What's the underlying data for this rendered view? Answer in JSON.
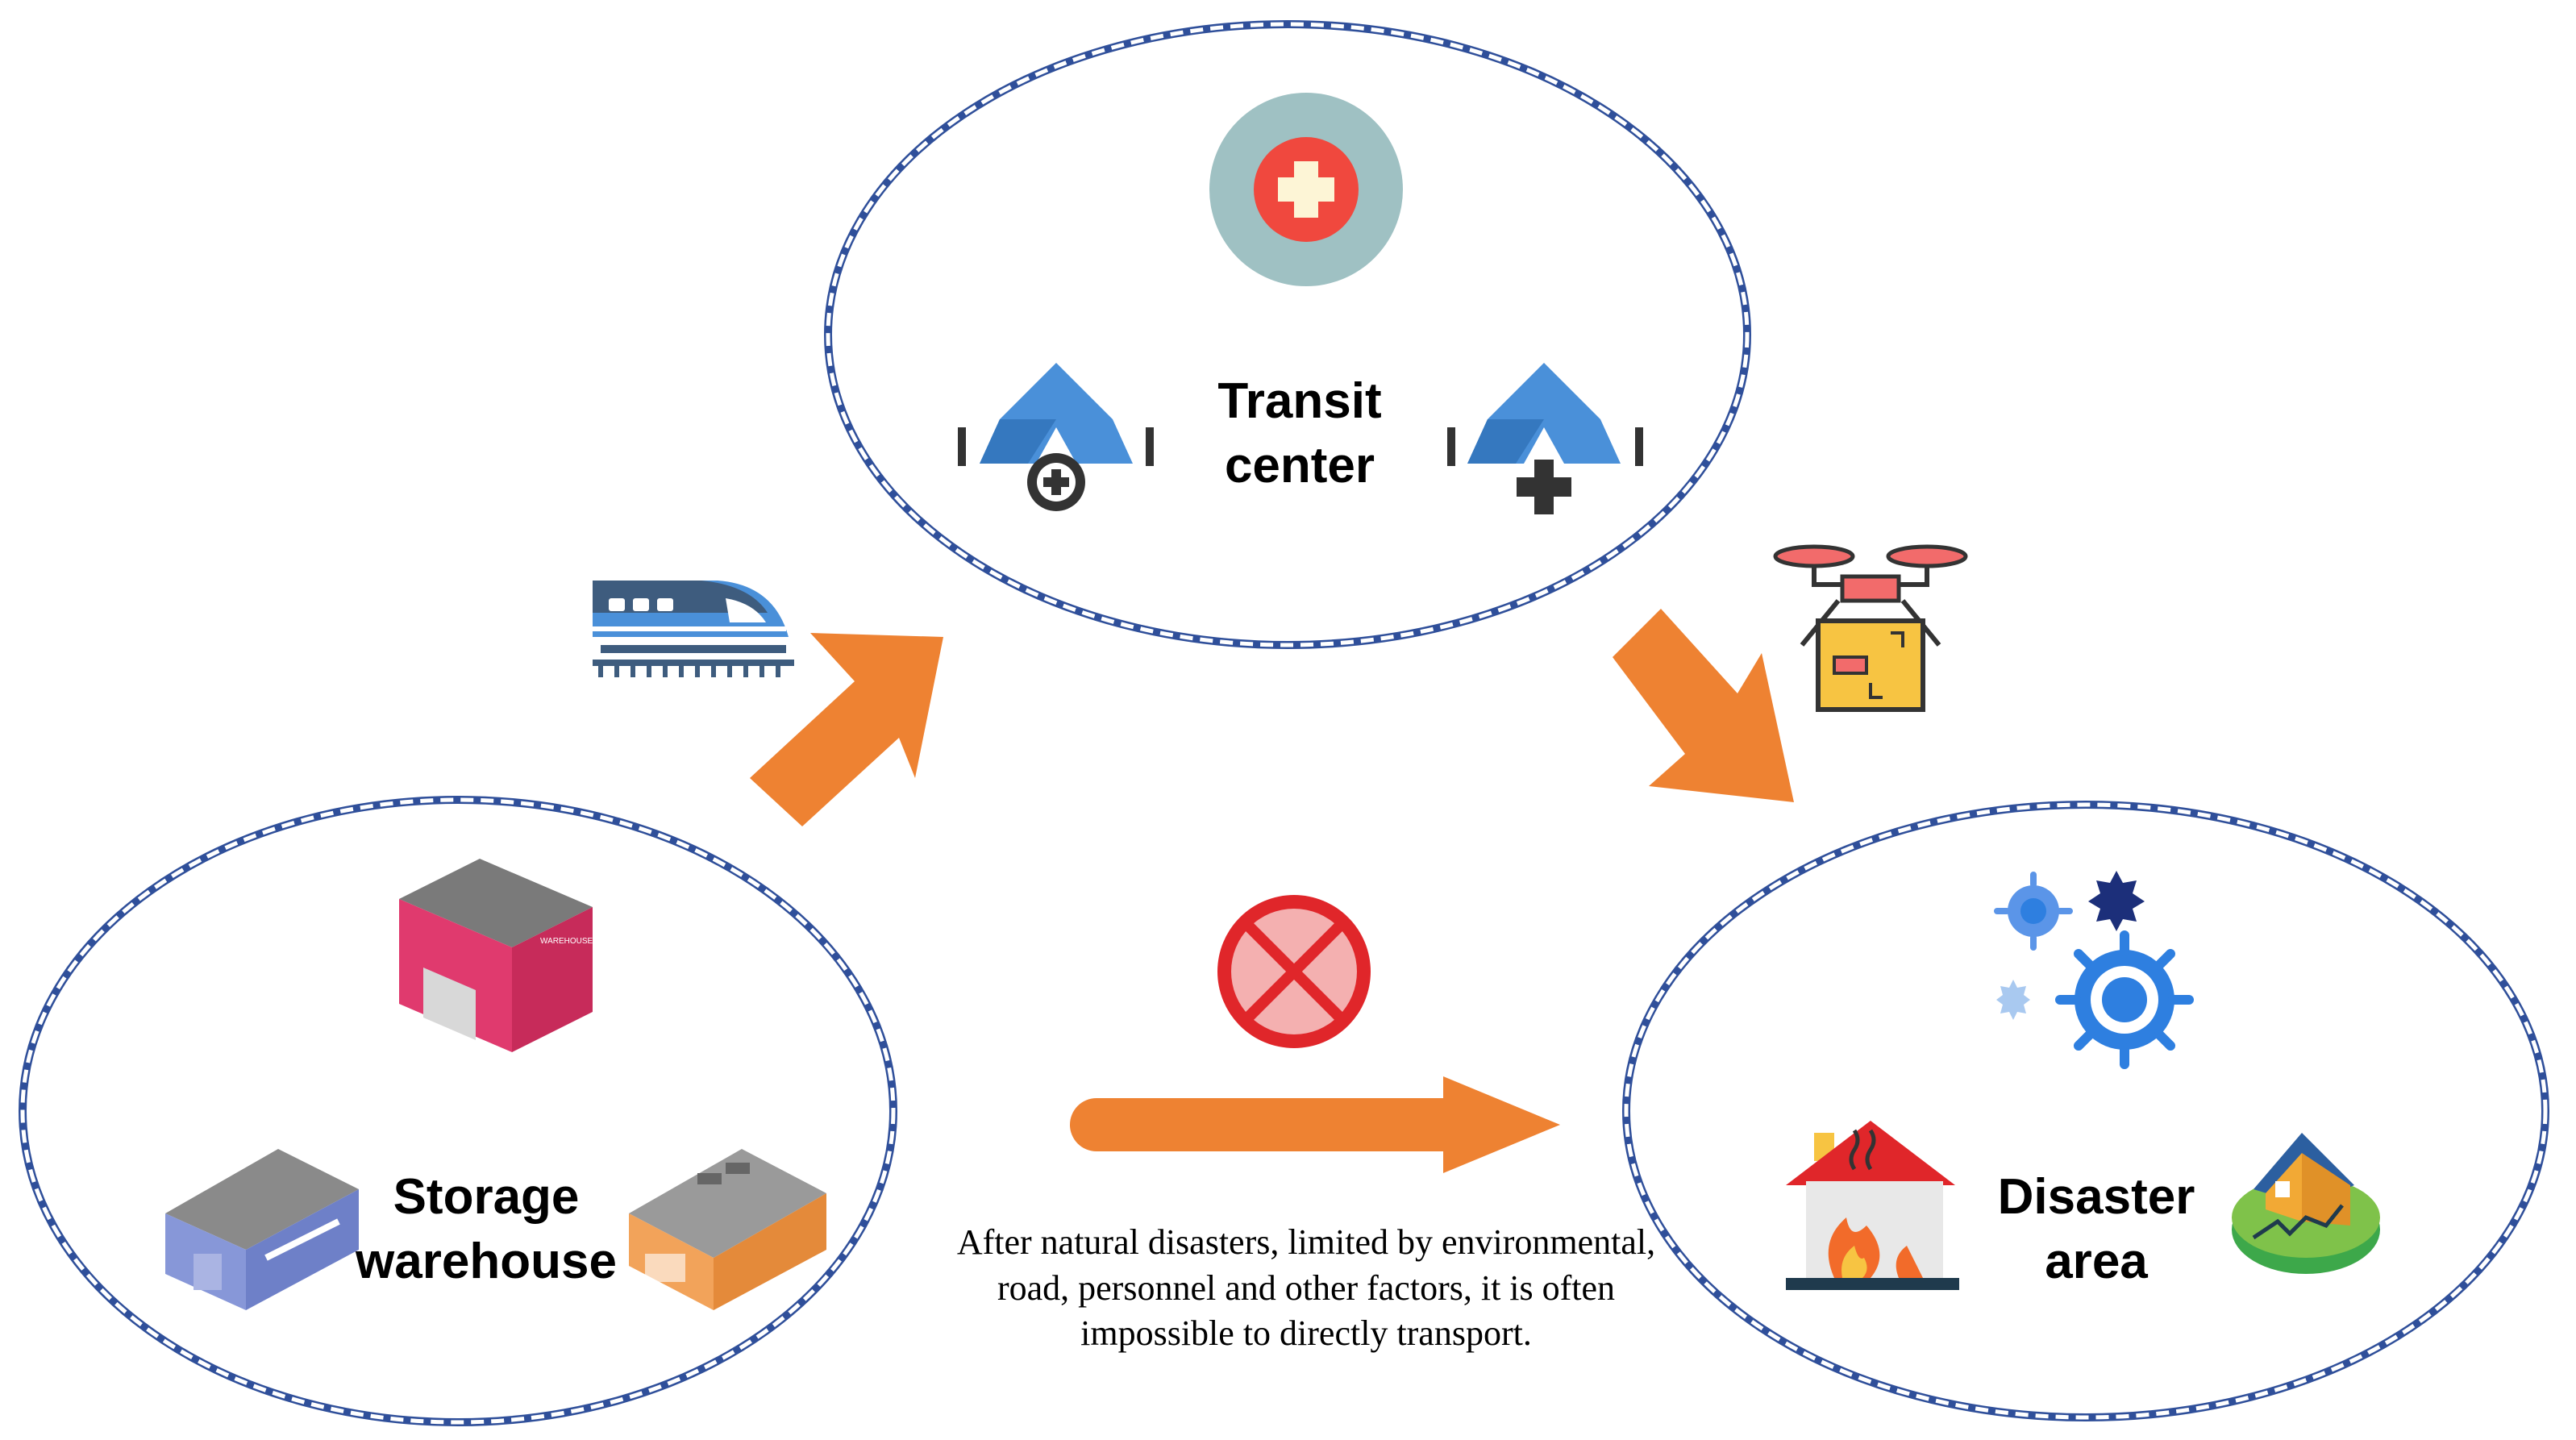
{
  "nodes": {
    "transit": {
      "line1": "Transit",
      "line2": "center"
    },
    "storage": {
      "line1": "Storage",
      "line2": "warehouse"
    },
    "disaster": {
      "line1": "Disaster",
      "line2": "area"
    }
  },
  "note": {
    "line1": "After natural disasters, limited by environmental,",
    "line2": "road, personnel and other factors, it is often",
    "line3": "impossible to directly transport."
  },
  "warehouse_sign": "WAREHOUSE",
  "icons": {
    "transit": [
      "medical-cross-icon",
      "medical-tent-icon",
      "medical-tent-icon"
    ],
    "storage": [
      "warehouse-icon",
      "warehouse-icon",
      "warehouse-icon"
    ],
    "disaster": [
      "virus-icon",
      "house-fire-icon",
      "earthquake-house-icon"
    ],
    "edges": [
      "train-icon",
      "drone-delivery-icon",
      "prohibited-icon"
    ]
  },
  "colors": {
    "arrow": "#ee8232",
    "ellipse_border": "#2f4f9a",
    "tent": "#4a90d9",
    "virus": "#2e7fe0",
    "prohibit": "#e0262a"
  }
}
